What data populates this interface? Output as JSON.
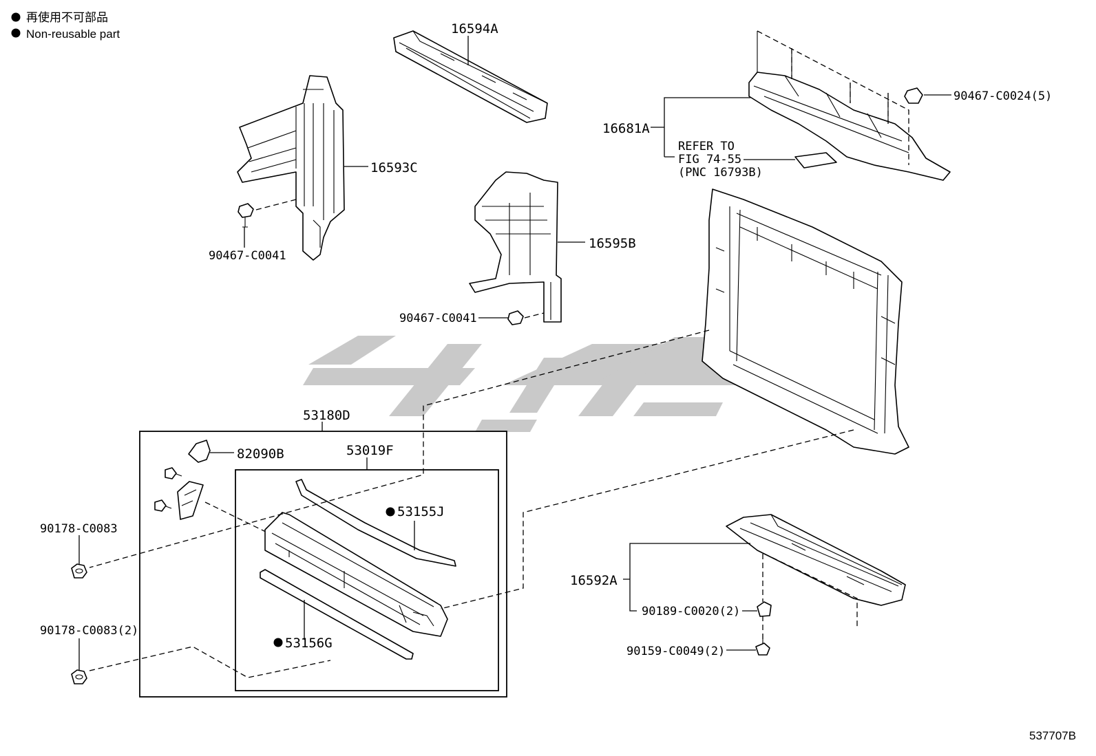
{
  "legend": {
    "jp": "再使用不可部品",
    "en": "Non-reusable part"
  },
  "parts": {
    "p16594A": "16594A",
    "p16593C": "16593C",
    "p90467_C0041_a": "90467-C0041",
    "p16595B": "16595B",
    "p90467_C0041_b": "90467-C0041",
    "p16681A": "16681A",
    "p90467_C0024": "90467-C0024(5)",
    "p53180D": "53180D",
    "p82090B": "82090B",
    "p53019F": "53019F",
    "p53155J": "53155J",
    "p53156G": "53156G",
    "p90178_C0083": "90178-C0083",
    "p90178_C0083_2": "90178-C0083(2)",
    "p16592A": "16592A",
    "p90189_C0020": "90189-C0020(2)",
    "p90159_C0049": "90159-C0049(2)"
  },
  "refer": {
    "line1": "REFER TO",
    "line2": "FIG 74-55",
    "line3": "(PNC 16793B)"
  },
  "diagram_id": "537707B"
}
